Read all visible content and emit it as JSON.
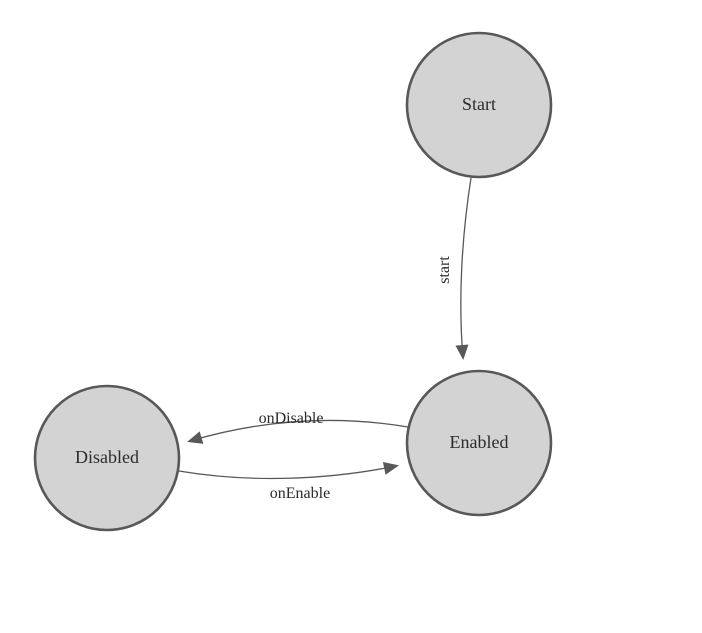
{
  "colors": {
    "background": "#ffffff",
    "node_fill": "#d3d3d3",
    "node_stroke": "#58585a",
    "edge_stroke": "#58585a",
    "text": "#2b2b2b"
  },
  "diagram": {
    "type": "state-machine",
    "nodes": [
      {
        "id": "start",
        "label": "Start"
      },
      {
        "id": "enabled",
        "label": "Enabled"
      },
      {
        "id": "disabled",
        "label": "Disabled"
      }
    ],
    "edges": [
      {
        "from": "start",
        "to": "enabled",
        "label": "start"
      },
      {
        "from": "enabled",
        "to": "disabled",
        "label": "onDisable"
      },
      {
        "from": "disabled",
        "to": "enabled",
        "label": "onEnable"
      }
    ]
  }
}
